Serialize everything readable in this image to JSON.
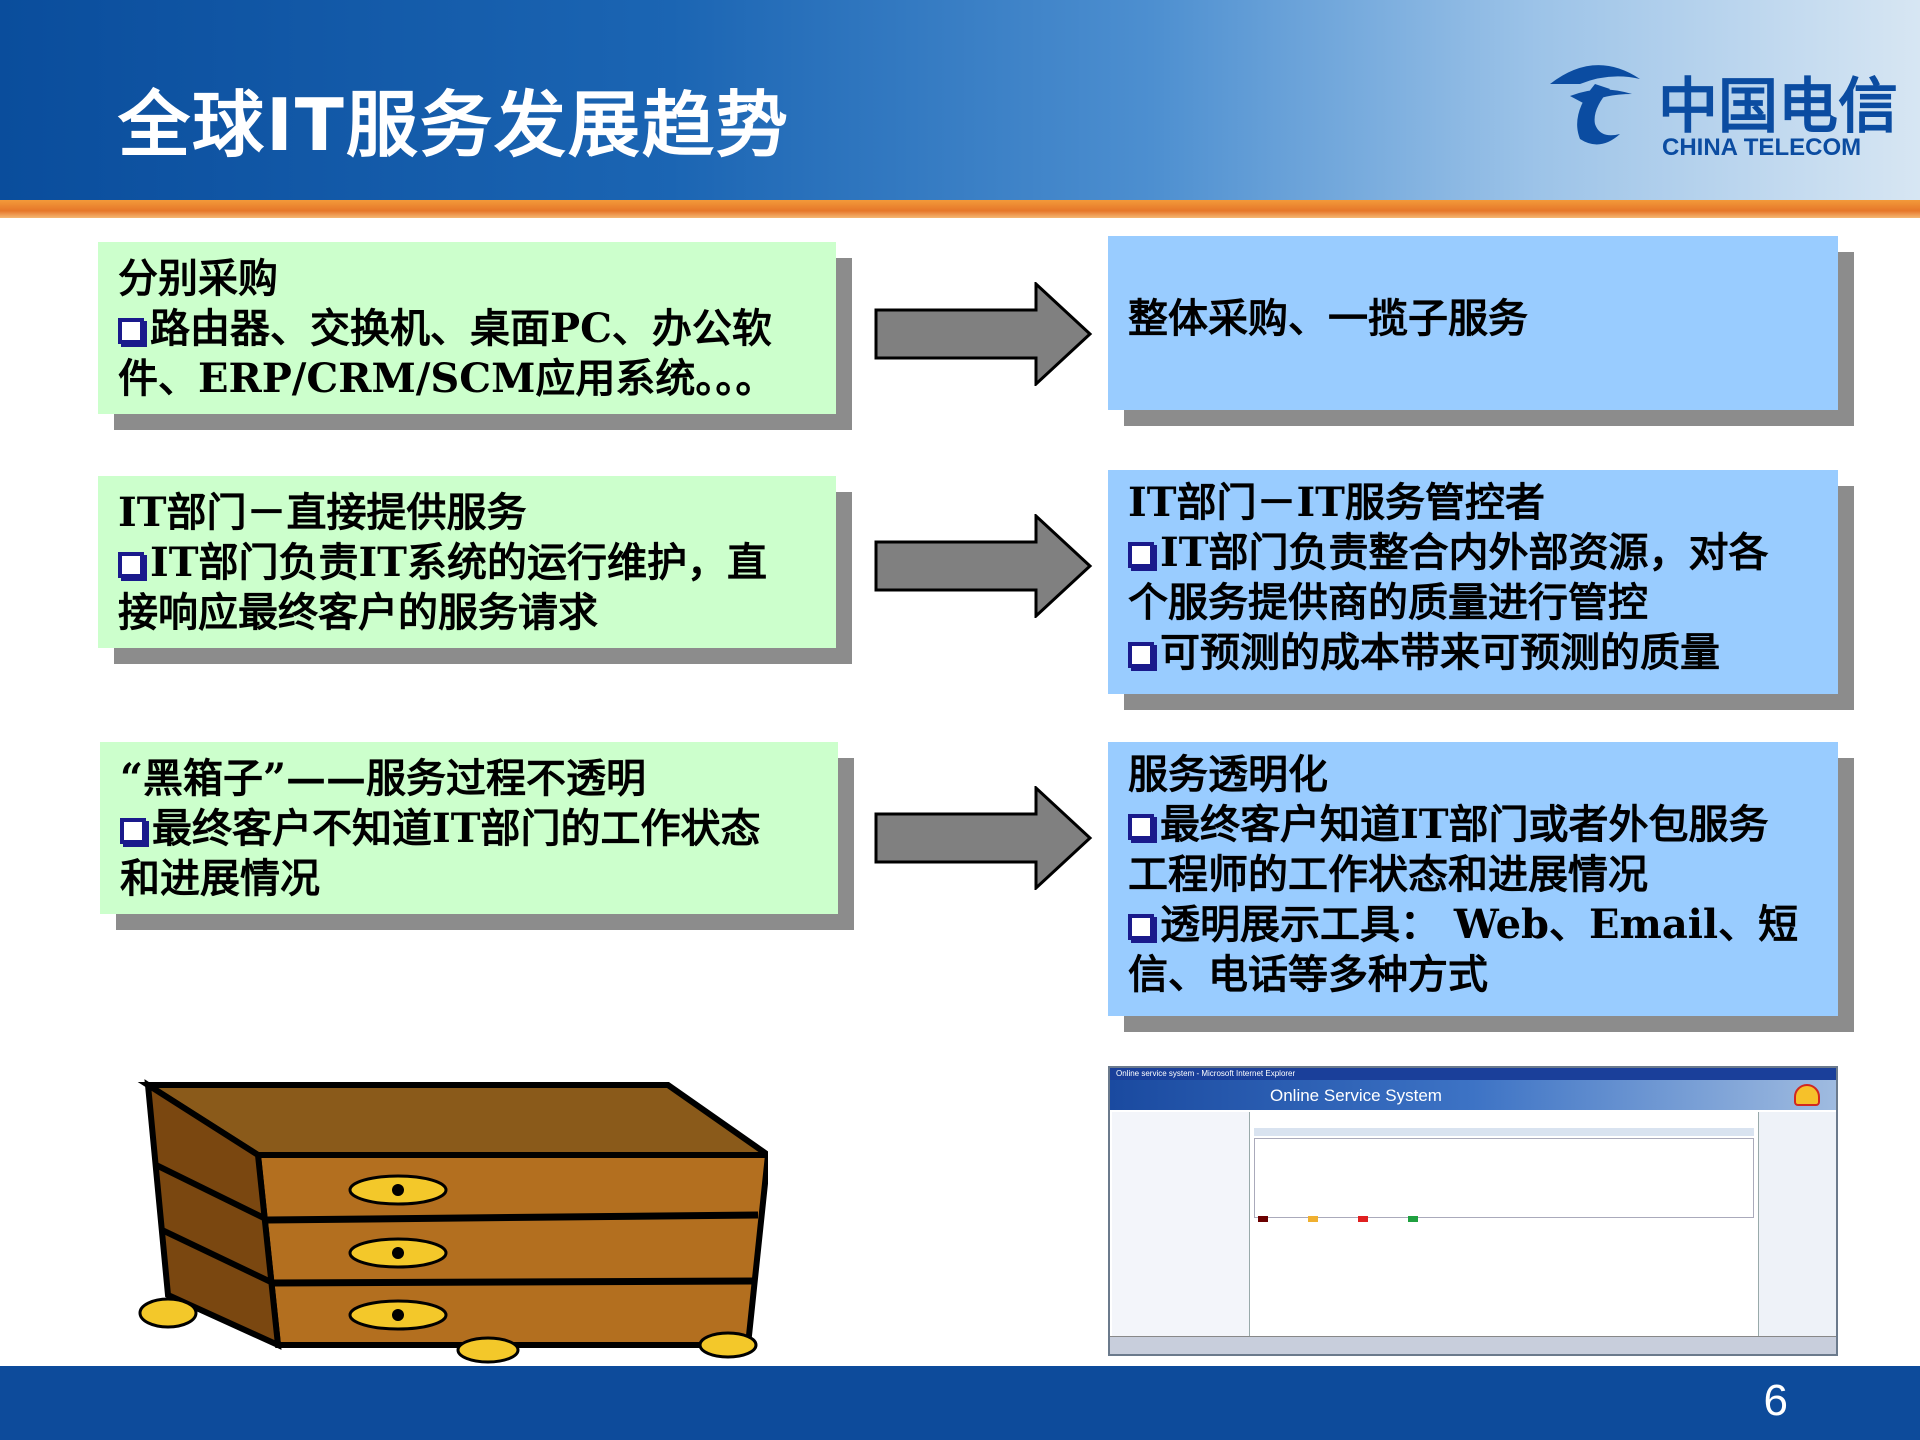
{
  "slide": {
    "title": "全球IT服务发展趋势",
    "page_number": "6"
  },
  "logo": {
    "cn": "中国电信",
    "en": "CHINA TELECOM"
  },
  "left_boxes": [
    {
      "heading": "分别采购",
      "item1": "路由器、交换机、桌面PC、办公软",
      "line3": "件、ERP/CRM/SCM应用系统。。。"
    },
    {
      "heading": "IT部门－直接提供服务",
      "item1": "IT部门负责IT系统的运行维护，直",
      "line3": "接响应最终客户的服务请求"
    },
    {
      "heading": "“黑箱子”——服务过程不透明",
      "item1": "最终客户不知道IT部门的工作状态",
      "line3": "和进展情况"
    }
  ],
  "right_boxes": [
    {
      "heading": "整体采购、一揽子服务"
    },
    {
      "heading": "IT部门－IT服务管控者",
      "item1": "IT部门负责整合内外部资源，对各",
      "line3": "个服务提供商的质量进行管控",
      "item2": "可预测的成本带来可预测的质量"
    },
    {
      "heading": "服务透明化",
      "item1": "最终客户知道IT部门或者外包服务",
      "line3": "工程师的工作状态和进展情况",
      "item2": "透明展示工具： Web、Email、短",
      "line5": "信、电话等多种方式"
    }
  ],
  "screenshot": {
    "window_title": "Online service system - Microsoft Internet Explorer",
    "banner": "Online Service System"
  }
}
